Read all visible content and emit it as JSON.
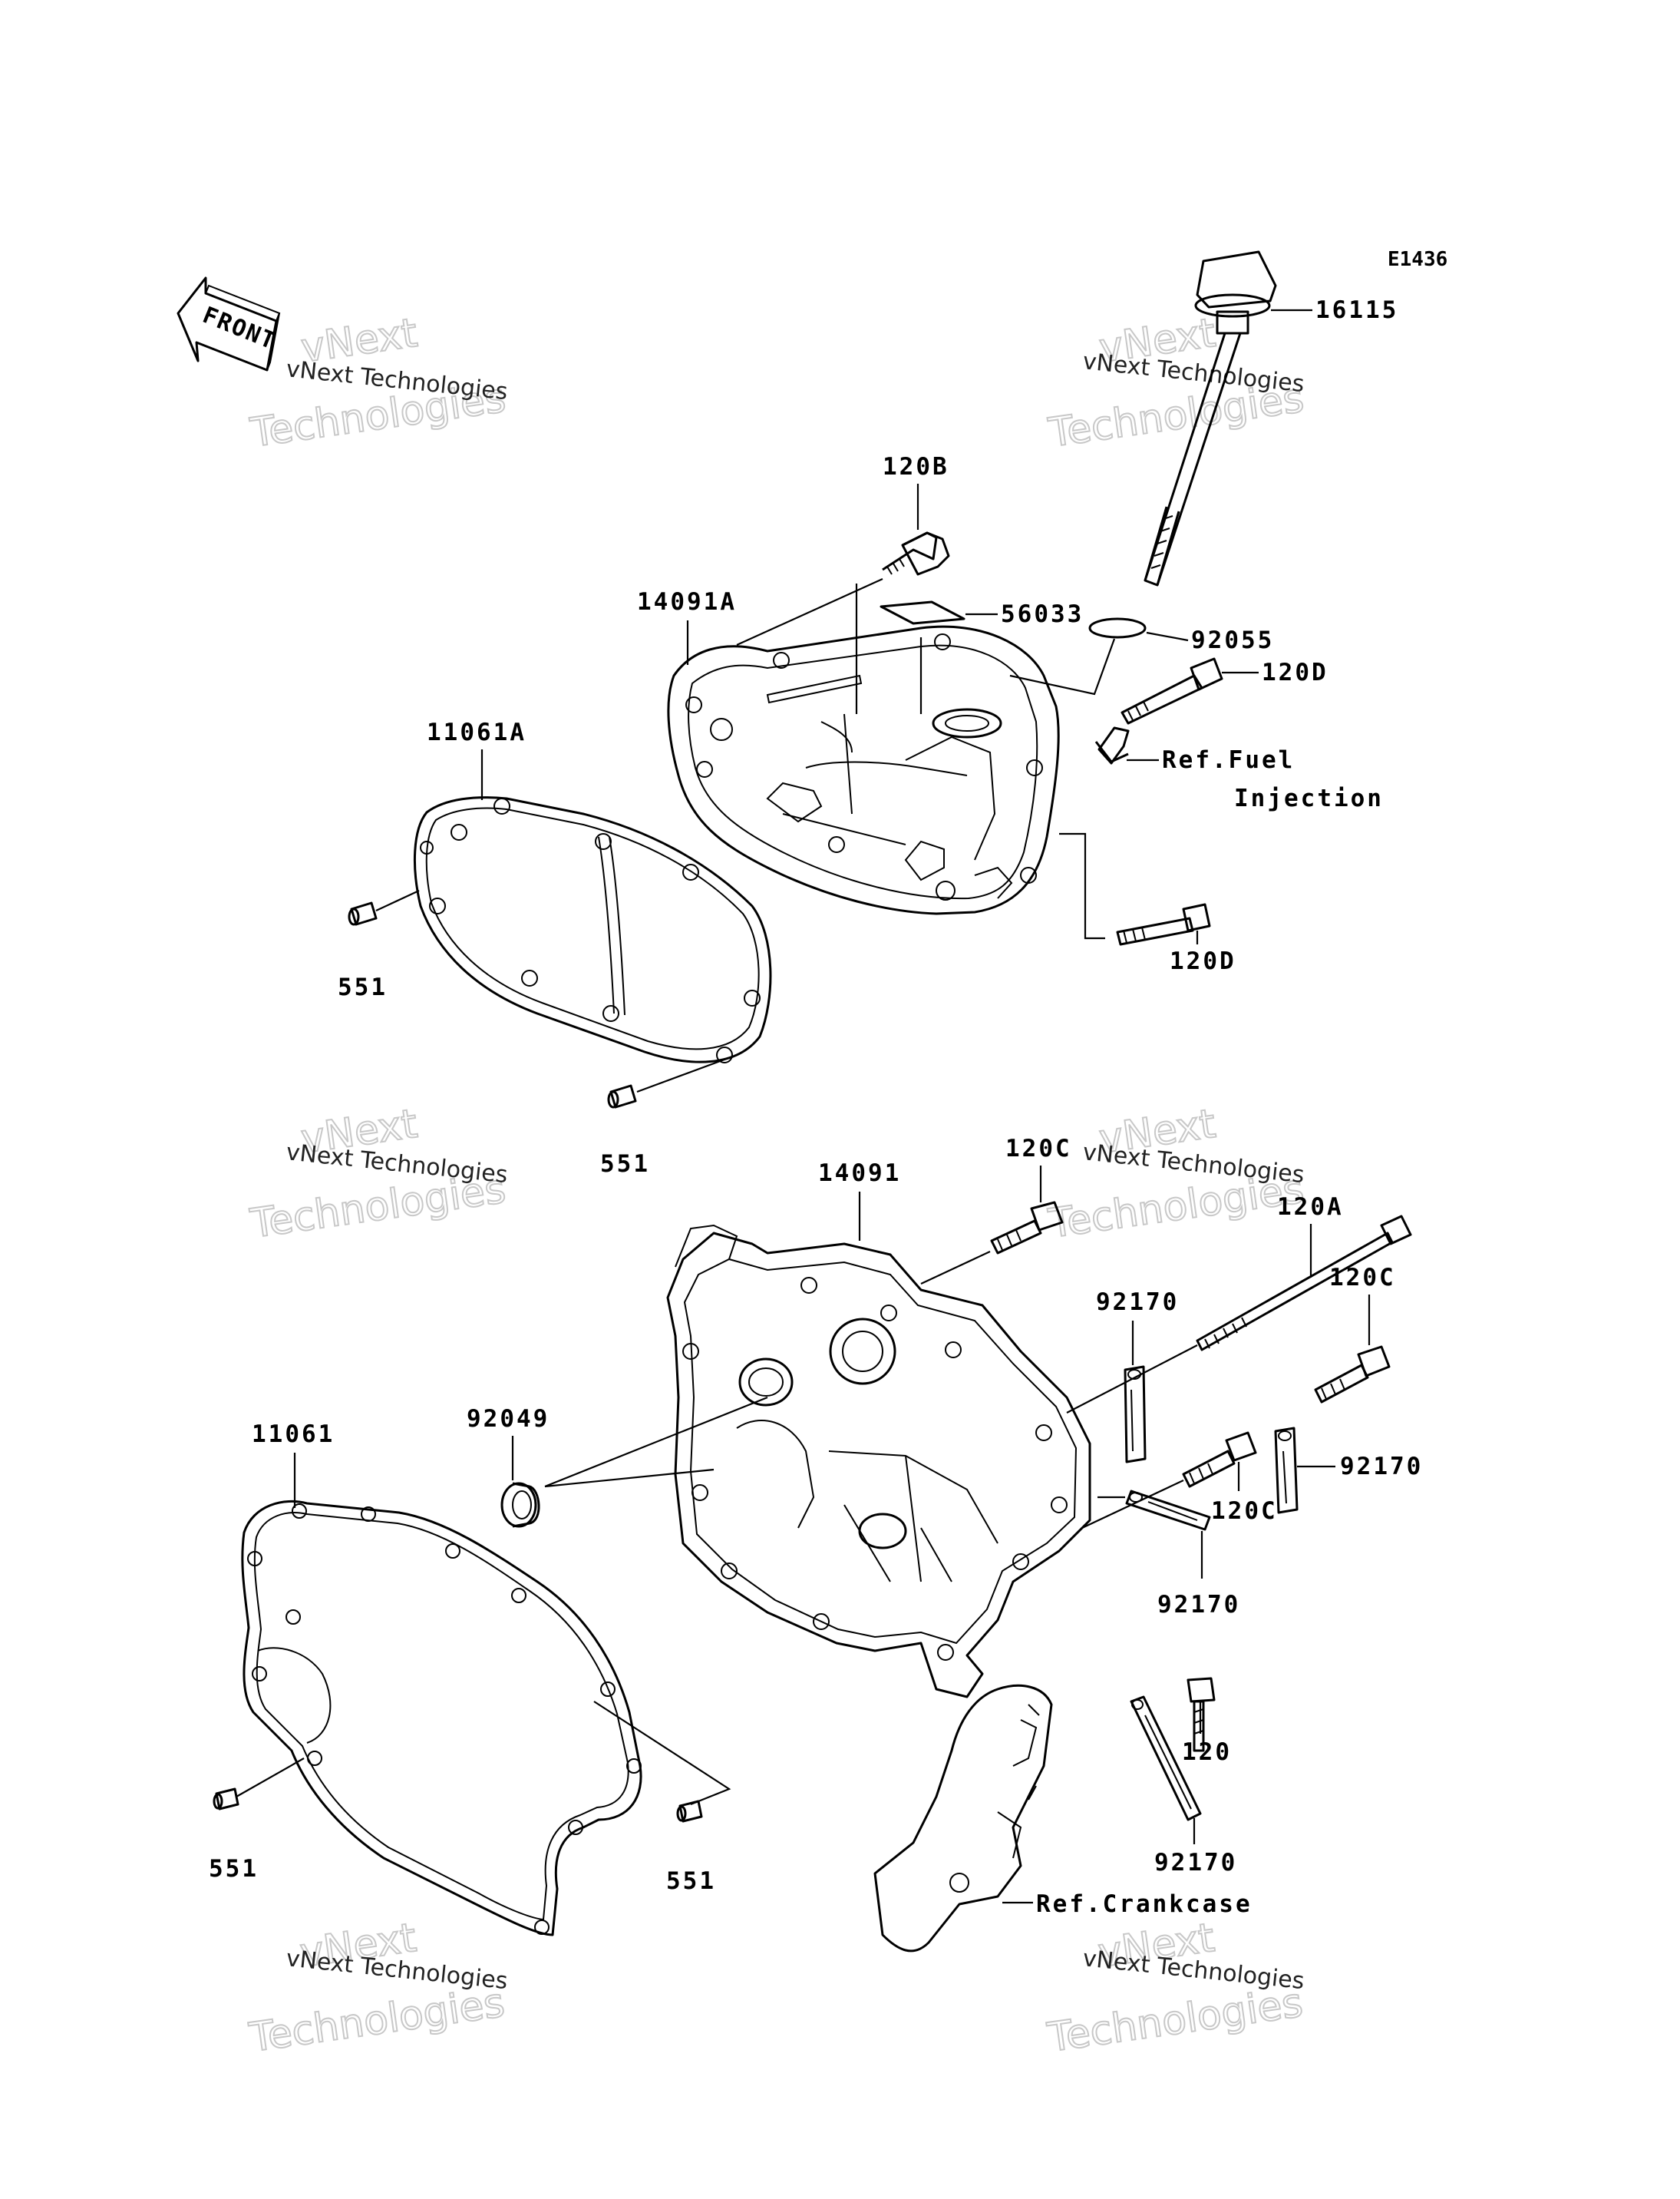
{
  "diagram": {
    "code": "E1436",
    "front_label": "FRONT",
    "labels": {
      "p16115": "16115",
      "p120B": "120B",
      "p14091A": "14091A",
      "p56033": "56033",
      "p92055": "92055",
      "p120D_a": "120D",
      "p120D_b": "120D",
      "ref_fuel_1": "Ref.Fuel",
      "ref_fuel_2": "Injection",
      "p11061A": "11061A",
      "p551_a": "551",
      "p551_b": "551",
      "p120C_a": "120C",
      "p14091": "14091",
      "p120A": "120A",
      "p120C_b": "120C",
      "p92170_a": "92170",
      "p92170_b": "92170",
      "p92049": "92049",
      "p120C_c": "120C",
      "p92170_c": "92170",
      "p11061": "11061",
      "p120": "120",
      "p92170_d": "92170",
      "p551_c": "551",
      "p551_d": "551",
      "ref_crankcase": "Ref.Crankcase"
    }
  },
  "watermark": {
    "line_small": "vNext Technologies",
    "line_big_1": "vNext",
    "line_big_2": "Technologies"
  }
}
